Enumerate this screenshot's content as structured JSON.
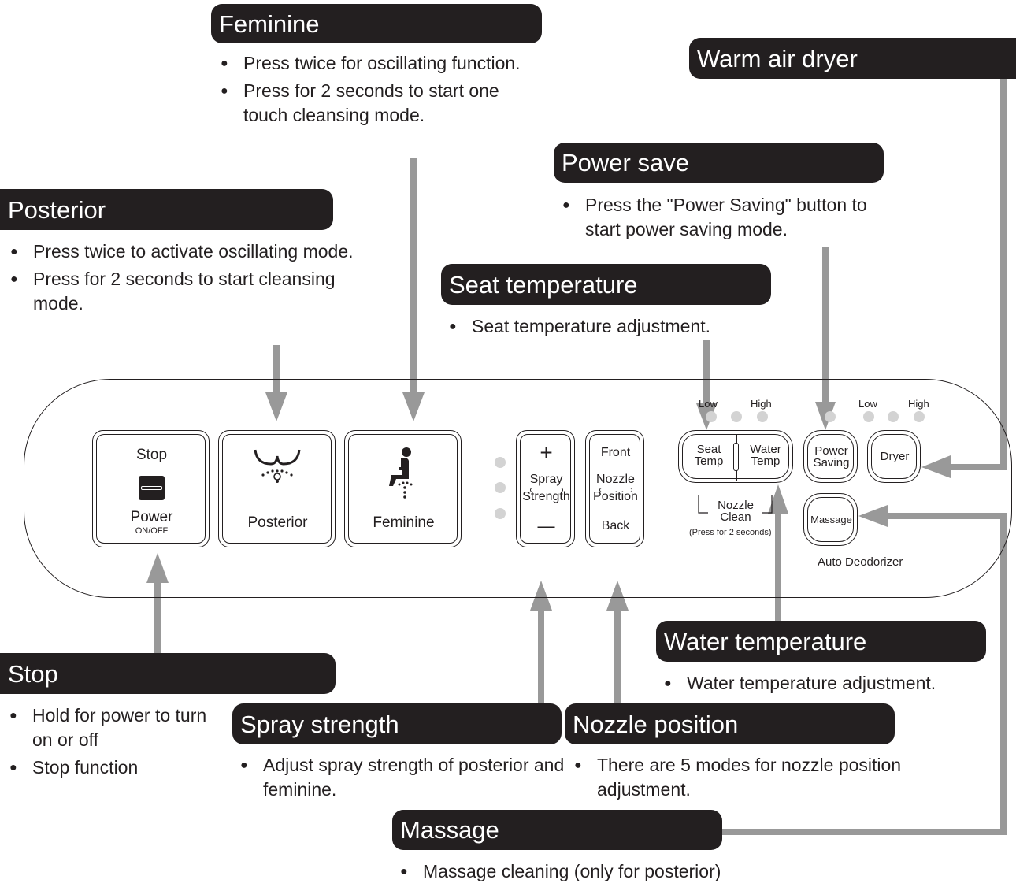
{
  "callouts": {
    "feminine": {
      "title": "Feminine",
      "bullets": [
        "Press twice for oscillating function.",
        "Press for 2 seconds to start one touch cleansing mode."
      ]
    },
    "warm_air_dryer": {
      "title": "Warm air dryer"
    },
    "power_save": {
      "title": "Power save",
      "bullets": [
        "Press the \"Power Saving\" button to start power saving mode."
      ]
    },
    "posterior": {
      "title": "Posterior",
      "bullets": [
        "Press twice to activate oscillating mode.",
        "Press for 2 seconds to start cleansing mode."
      ]
    },
    "seat_temperature": {
      "title": "Seat temperature",
      "bullets": [
        "Seat temperature adjustment."
      ]
    },
    "water_temperature": {
      "title": "Water temperature",
      "bullets": [
        "Water temperature adjustment."
      ]
    },
    "stop": {
      "title": "Stop",
      "bullets": [
        "Hold for power to turn on or off",
        "Stop function"
      ]
    },
    "spray_strength": {
      "title": "Spray strength",
      "bullets": [
        "Adjust spray strength of posterior and feminine."
      ]
    },
    "nozzle_position": {
      "title": "Nozzle position",
      "bullets": [
        "There are 5 modes for nozzle position adjustment."
      ]
    },
    "massage": {
      "title": "Massage",
      "bullets": [
        "Massage cleaning (only for posterior)"
      ]
    }
  },
  "panel": {
    "stop_button": {
      "top": "Stop",
      "bottom": "Power",
      "sub": "ON/OFF"
    },
    "posterior_button": {
      "label": "Posterior"
    },
    "feminine_button": {
      "label": "Feminine"
    },
    "spray_button": {
      "plus": "+",
      "label1": "Spray",
      "label2": "Strength",
      "minus": "—"
    },
    "nozzle_button": {
      "top": "Front",
      "label1": "Nozzle",
      "label2": "Position",
      "bottom": "Back"
    },
    "seat_temp": {
      "line1": "Seat",
      "line2": "Temp"
    },
    "water_temp": {
      "line1": "Water",
      "line2": "Temp"
    },
    "power_saving": {
      "line1": "Power",
      "line2": "Saving"
    },
    "dryer": {
      "label": "Dryer"
    },
    "massage": {
      "label": "Massage"
    },
    "auto_deodorizer": "Auto Deodorizer",
    "nozzle_clean": {
      "line1": "Nozzle",
      "line2": "Clean",
      "note": "(Press for 2 seconds)"
    },
    "temp_low": "Low",
    "temp_high": "High",
    "dryer_low": "Low",
    "dryer_high": "High"
  }
}
